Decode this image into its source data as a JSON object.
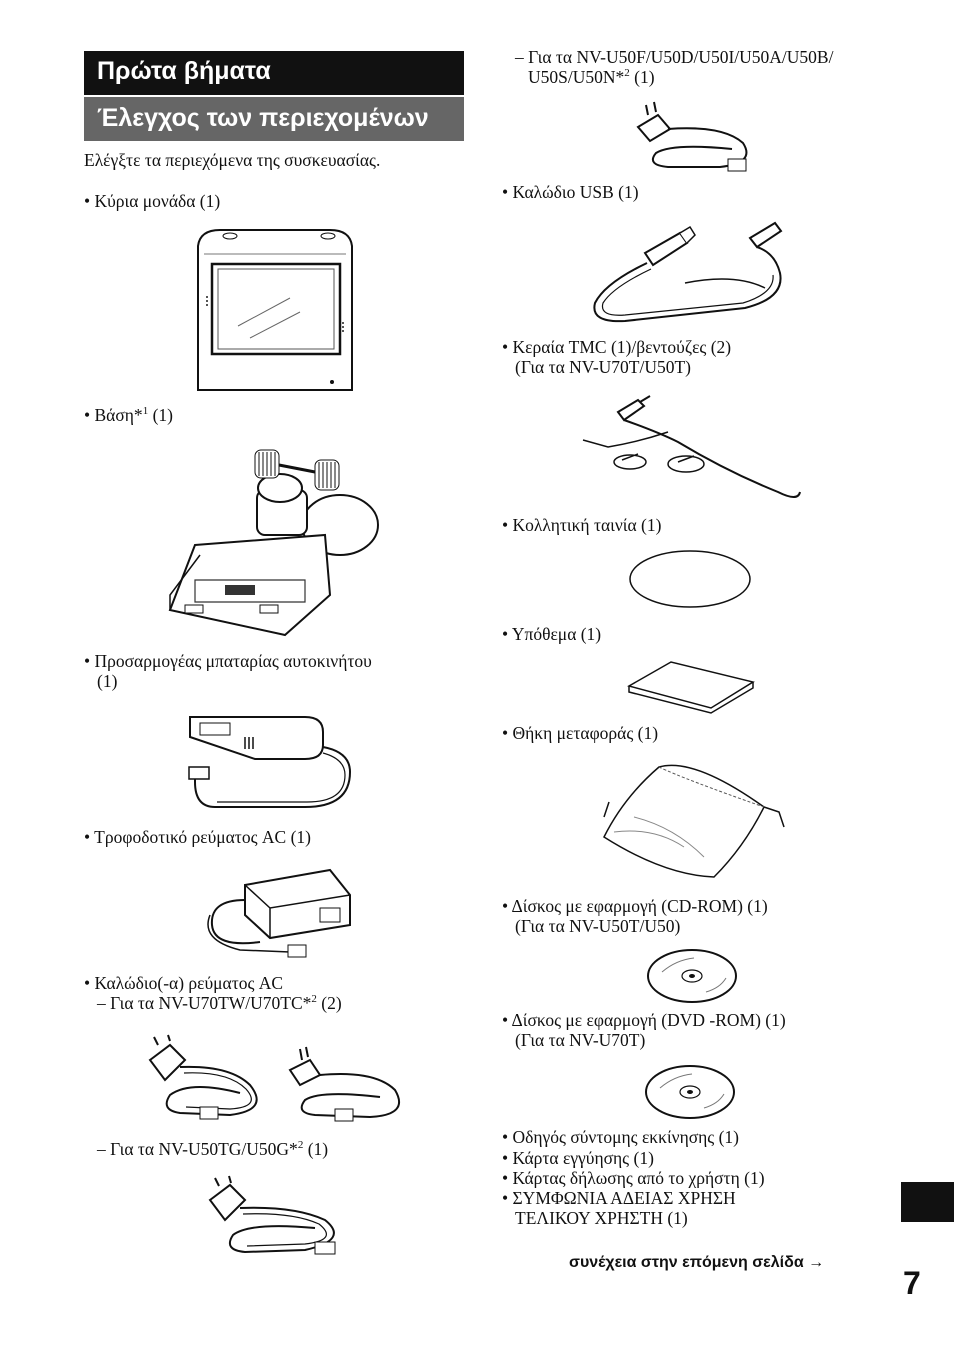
{
  "header": {
    "title": "Πρώτα βήματα",
    "subtitle": "Έλεγχος των περιεχομένων"
  },
  "intro": "Ελέγξτε τα περιεχόμενα της συσκευασίας.",
  "left": {
    "main_unit": "• Κύρια μονάδα (1)",
    "cradle": {
      "text": "• Βάση*",
      "sup": "1",
      "tail": " (1)"
    },
    "car_adapter": {
      "line1": "• Προσαρμογέας μπαταρίας αυτοκινήτου",
      "line2": "(1)"
    },
    "ac_adaptor": "• Τροφοδοτικό ρεύματος AC (1)",
    "ac_cords": {
      "line1": "• Καλώδιο(-α) ρεύματος AC",
      "line2": "– Για τα NV-U70TW/U70TC*",
      "line2_sup": "2",
      "line2_tail": " (2)"
    },
    "ac_cord_uk": {
      "text": "– Για τα NV-U50TG/U50G*",
      "sup": "2",
      "tail": " (1)"
    }
  },
  "right": {
    "ac_cord_eu": {
      "line1": "– Για τα NV-U50F/U50D/U50I/U50A/U50B/",
      "line2": "U50S/U50N*",
      "line2_sup": "2",
      "line2_tail": " (1)"
    },
    "usb_cable": "• Καλώδιο USB (1)",
    "tmc_antenna": {
      "line1": "• Κεραία TMC (1)/βεντούζες (2)",
      "line2": "(Για τα NV-U70T/U50T)"
    },
    "adhesive_tape": "• Κολλητική ταινία (1)",
    "pad": "• Υπόθεμα (1)",
    "carrying_case": "• Θήκη μεταφοράς (1)",
    "cd_rom": {
      "line1": "• Δίσκος με εφαρμογή (CD-ROM) (1)",
      "line2": "(Για τα NV-U50T/U50)"
    },
    "dvd_rom": {
      "line1": "• Δίσκος με εφαρμογή (DVD -ROM) (1)",
      "line2": "(Για τα NV-U70T)"
    },
    "docs": [
      "• Οδηγός σύντομης εκκίνησης (1)",
      "• Κάρτα εγγύησης (1)",
      "• Κάρτας δήλωσης από το χρήστη (1)",
      "• ΣΥΜΦΩΝΙΑ ΑΔΕΙΑΣ ΧΡΗΣΗ"
    ],
    "docs_tail": "ΤΕΛΙΚΟΥ ΧΡΗΣΤΗ (1)"
  },
  "footer": {
    "continue": "συνέχεια στην επόμενη σελίδα →",
    "page_number": "7"
  }
}
